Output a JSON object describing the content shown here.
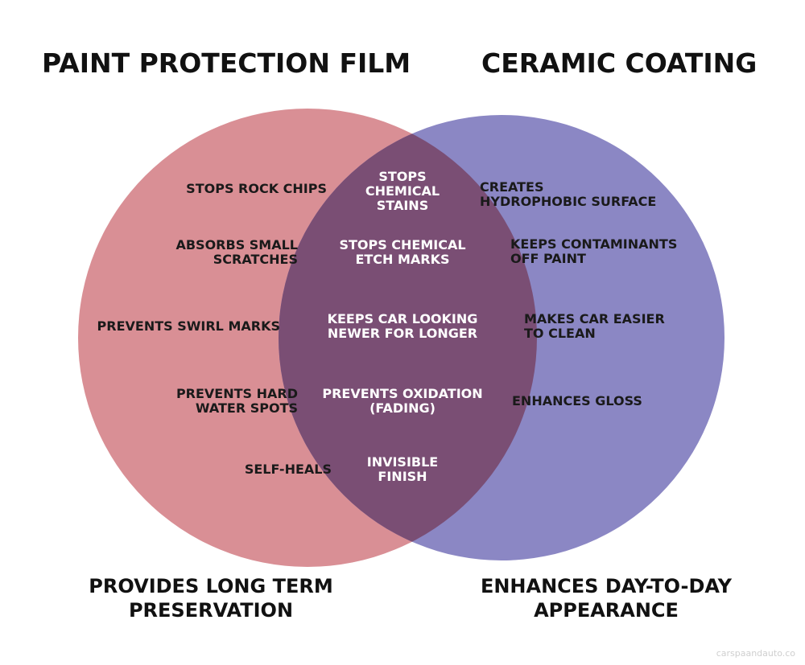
{
  "titles": {
    "left": "PAINT PROTECTION FILM",
    "right": "CERAMIC COATING"
  },
  "captions": {
    "left": "PROVIDES LONG TERM\nPRESERVATION",
    "right": "ENHANCES DAY-TO-DAY\nAPPEARANCE"
  },
  "left_only": [
    "STOPS ROCK CHIPS",
    "ABSORBS SMALL\nSCRATCHES",
    "PREVENTS SWIRL MARKS",
    "PREVENTS HARD\nWATER SPOTS",
    "SELF-HEALS"
  ],
  "shared": [
    "STOPS\nCHEMICAL\nSTAINS",
    "STOPS CHEMICAL\nETCH MARKS",
    "KEEPS CAR LOOKING\nNEWER FOR LONGER",
    "PREVENTS OXIDATION\n(FADING)",
    "INVISIBLE\nFINISH"
  ],
  "right_only": [
    "CREATES\nHYDROPHOBIC SURFACE",
    "KEEPS CONTAMINANTS\nOFF PAINT",
    "MAKES CAR EASIER\nTO CLEAN",
    "ENHANCES GLOSS"
  ],
  "watermark": "carspaandauto.co",
  "colors": {
    "left_circle": "#d98f95",
    "right_circle": "#8b87c4",
    "overlap": "#7a4e74"
  }
}
